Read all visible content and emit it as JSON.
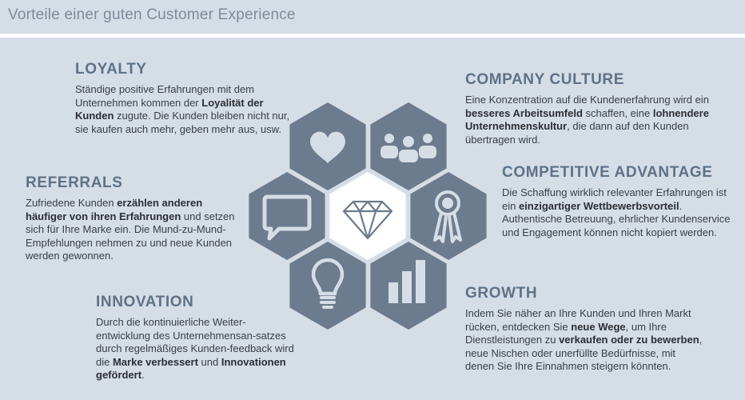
{
  "page_title": "Vorteile einer guten Customer Experience",
  "colors": {
    "background": "#d5dde7",
    "hexagon": "#6c7b8d",
    "center_hexagon": "#ffffff",
    "heading": "#5e7288",
    "icon": "#d5dde7"
  },
  "sections": {
    "loyalty": {
      "heading": "LOYALTY",
      "icon": "heart-icon",
      "text": [
        {
          "t": "Ständige positive Erfahrungen mit dem Unternehmen kommen der "
        },
        {
          "t": "Loyalität der Kunden",
          "b": true
        },
        {
          "t": " zugute. Die Kunden bleiben nicht nur, sie kaufen auch mehr, geben mehr aus, usw."
        }
      ]
    },
    "referrals": {
      "heading": "REFERRALS",
      "icon": "speech-bubble-icon",
      "text": [
        {
          "t": "Zufriedene Kunden "
        },
        {
          "t": "erzählen anderen häufiger von ihren Erfahrungen",
          "b": true
        },
        {
          "t": " und setzen sich für Ihre Marke ein. Die Mund-zu-Mund-Empfehlungen nehmen zu und neue Kunden werden gewonnen."
        }
      ]
    },
    "innovation": {
      "heading": "INNOVATION",
      "icon": "lightbulb-icon",
      "text": [
        {
          "t": "Durch die kontinuierliche Weiter-entwicklung des Unternehmensan-satzes durch regelmäßiges Kunden-feedback wird die "
        },
        {
          "t": "Marke verbessert",
          "b": true
        },
        {
          "t": " und "
        },
        {
          "t": "Innovationen gefördert",
          "b": true
        },
        {
          "t": "."
        }
      ]
    },
    "culture": {
      "heading": "COMPANY CULTURE",
      "icon": "people-icon",
      "text": [
        {
          "t": "Eine Konzentration auf die Kundenerfahrung wird ein "
        },
        {
          "t": "besseres Arbeitsumfeld",
          "b": true
        },
        {
          "t": " schaffen, eine "
        },
        {
          "t": "lohnendere Unternehmenskultur",
          "b": true
        },
        {
          "t": ", die dann auf den Kunden übertragen wird."
        }
      ]
    },
    "advantage": {
      "heading": "COMPETITIVE ADVANTAGE",
      "icon": "award-ribbon-icon",
      "text": [
        {
          "t": "Die Schaffung wirklich relevanter Erfahrungen ist ein "
        },
        {
          "t": "einzigartiger Wettbewerbsvorteil",
          "b": true
        },
        {
          "t": ". Authentische Betreuung, ehrlicher Kundenservice und Engagement können nicht kopiert werden."
        }
      ]
    },
    "growth": {
      "heading": "GROWTH",
      "icon": "bar-chart-icon",
      "text": [
        {
          "t": "Indem Sie näher an Ihre Kunden und Ihren Markt rücken, entdecken Sie "
        },
        {
          "t": "neue Wege",
          "b": true
        },
        {
          "t": ", um Ihre Dienstleistungen zu "
        },
        {
          "t": "verkaufen oder zu bewerben",
          "b": true
        },
        {
          "t": ", neue Nischen oder unerfüllte Bedürfnisse, mit denen Sie Ihre Einnahmen steigern könnten."
        }
      ]
    },
    "center": {
      "icon": "diamond-icon"
    }
  }
}
